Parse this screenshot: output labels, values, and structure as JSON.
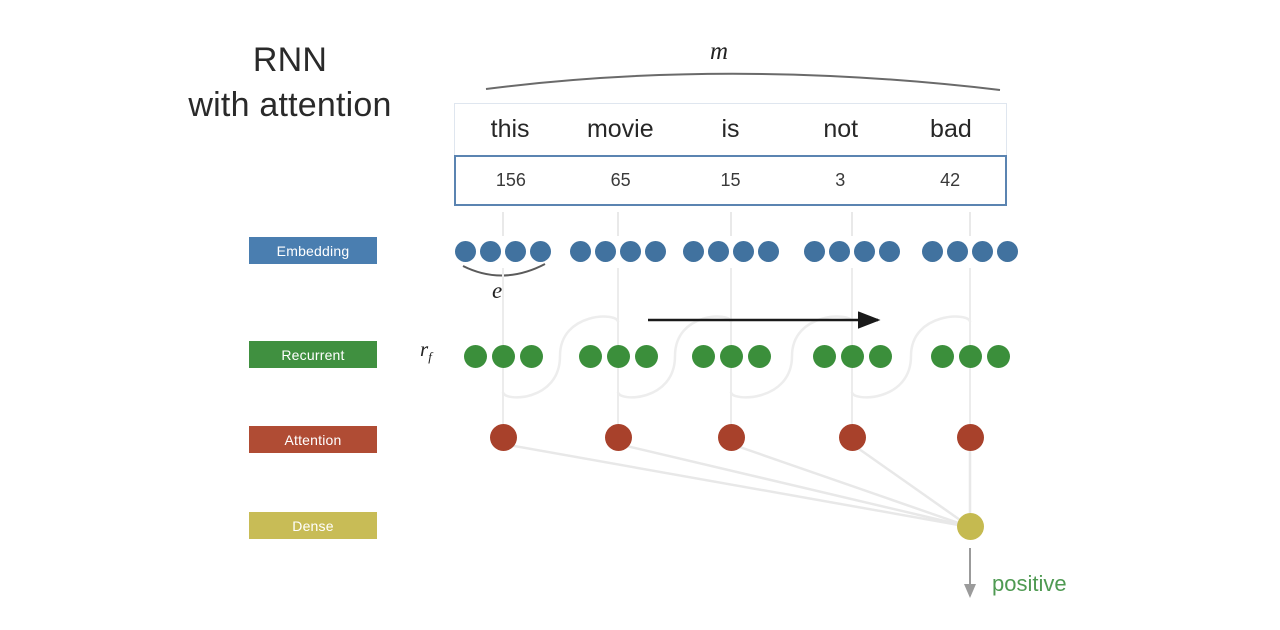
{
  "title": {
    "line1": "RNN",
    "line2": "with attention"
  },
  "annotations": {
    "sequence_label": "m",
    "embedding_label": "e",
    "recurrent_label": "r",
    "recurrent_label_sub": "f"
  },
  "token_table": {
    "words": [
      "this",
      "movie",
      "is",
      "not",
      "bad"
    ],
    "ids": [
      "156",
      "65",
      "15",
      "3",
      "42"
    ],
    "word_row_border": "#dfe6ef",
    "id_row_border": "#5b84b1"
  },
  "layers": [
    {
      "name": "Embedding",
      "color": "#4a7eb0",
      "node_color": "#41729f",
      "nodes_per_token": 4
    },
    {
      "name": "Recurrent",
      "color": "#409040",
      "node_color": "#3b8f3b",
      "nodes_per_token": 3
    },
    {
      "name": "Attention",
      "color": "#b04c34",
      "node_color": "#a8412b",
      "nodes_per_token": 1
    },
    {
      "name": "Dense",
      "color": "#c8bc56",
      "node_color": "#c5ba50",
      "nodes_per_token": 1
    }
  ],
  "output": {
    "label": "positive",
    "color": "#4f9a52"
  },
  "colors": {
    "background": "#ffffff",
    "text": "#2b2b2b",
    "connector": "#e6e6e6",
    "arrow": "#1a1a1a",
    "brace": "#555555"
  }
}
